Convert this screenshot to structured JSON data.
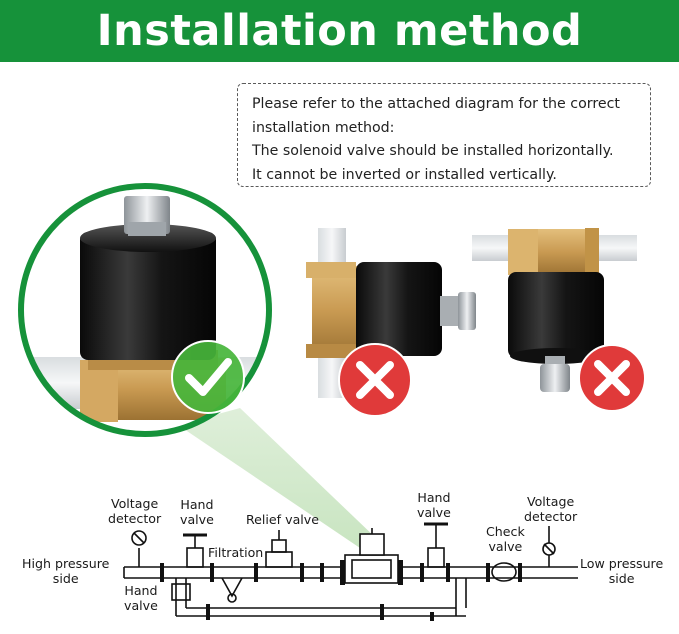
{
  "banner": {
    "title": "Installation method"
  },
  "notice": {
    "lines": [
      "Please refer to the attached diagram for the correct",
      "installation method:",
      "The solenoid valve should be installed horizontally.",
      "It cannot be inverted or installed vertically."
    ]
  },
  "diagram": {
    "labels": {
      "voltage_detector_left": [
        "Voltage",
        "detector"
      ],
      "hand_valve_top_left": [
        "Hand",
        "valve"
      ],
      "relief_valve": "Relief valve",
      "filtration": "Filtration",
      "high_pressure": [
        "High pressure",
        "side"
      ],
      "hand_valve_bottom": [
        "Hand",
        "valve"
      ],
      "hand_valve_top_right": [
        "Hand",
        "valve"
      ],
      "check_valve": [
        "Check",
        "valve"
      ],
      "voltage_detector_right": [
        "Voltage",
        "detector"
      ],
      "low_pressure": [
        "Low pressure",
        "side"
      ]
    }
  },
  "colors": {
    "brand_green": "#16923a",
    "correct_green": "#47b53b",
    "wrong_red": "#e03a3a",
    "brass": "#c99a52",
    "valve_black": "#161616"
  }
}
